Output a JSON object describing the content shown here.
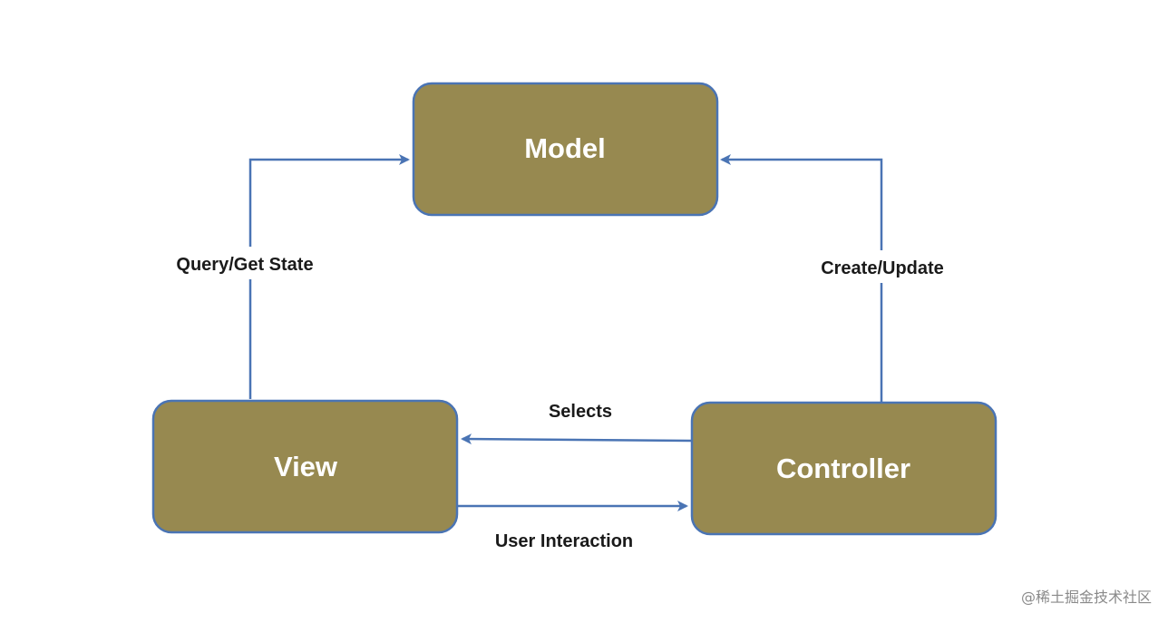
{
  "diagram": {
    "colors": {
      "box_fill": "#978950",
      "box_border": "#4a74b4",
      "arrow": "#4a74b4",
      "label_text": "#1a1a1a",
      "box_text": "#ffffff"
    },
    "nodes": {
      "model": {
        "label": "Model"
      },
      "view": {
        "label": "View"
      },
      "controller": {
        "label": "Controller"
      }
    },
    "edges": {
      "view_to_model": {
        "label": "Query/Get State"
      },
      "controller_to_model": {
        "label": "Create/Update"
      },
      "controller_to_view": {
        "label": "Selects"
      },
      "view_to_controller": {
        "label": "User Interaction"
      }
    }
  },
  "watermark": {
    "text": "@稀土掘金技术社区"
  }
}
